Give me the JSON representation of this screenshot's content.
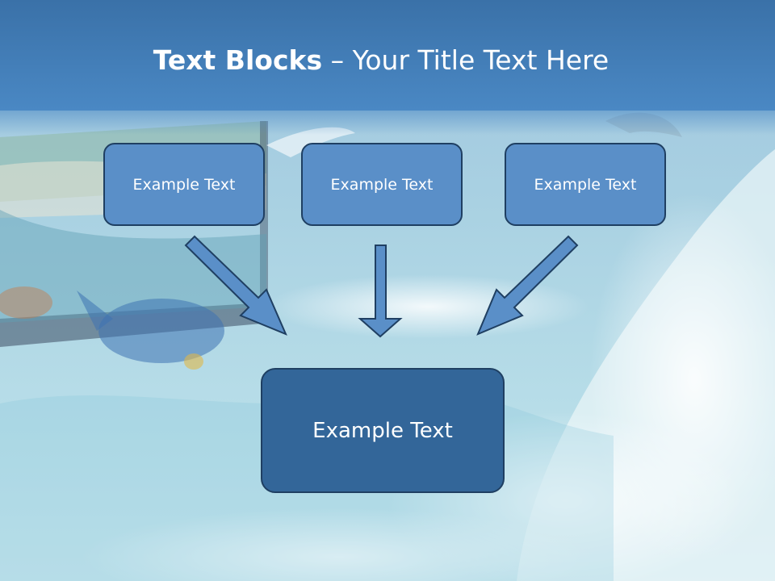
{
  "slide": {
    "title_bold": "Text Blocks",
    "title_rest": "– Your Title Text Here",
    "top_boxes": [
      {
        "label": "Example Text"
      },
      {
        "label": "Example Text"
      },
      {
        "label": "Example Text"
      }
    ],
    "bottom_box": {
      "label": "Example Text"
    }
  },
  "colors": {
    "title_band": "#3a71a8",
    "box_fill": "#5a8fc8",
    "bottom_box_fill": "#336699",
    "box_border": "#1f3f62",
    "arrow_fill": "#5a8fc8"
  }
}
